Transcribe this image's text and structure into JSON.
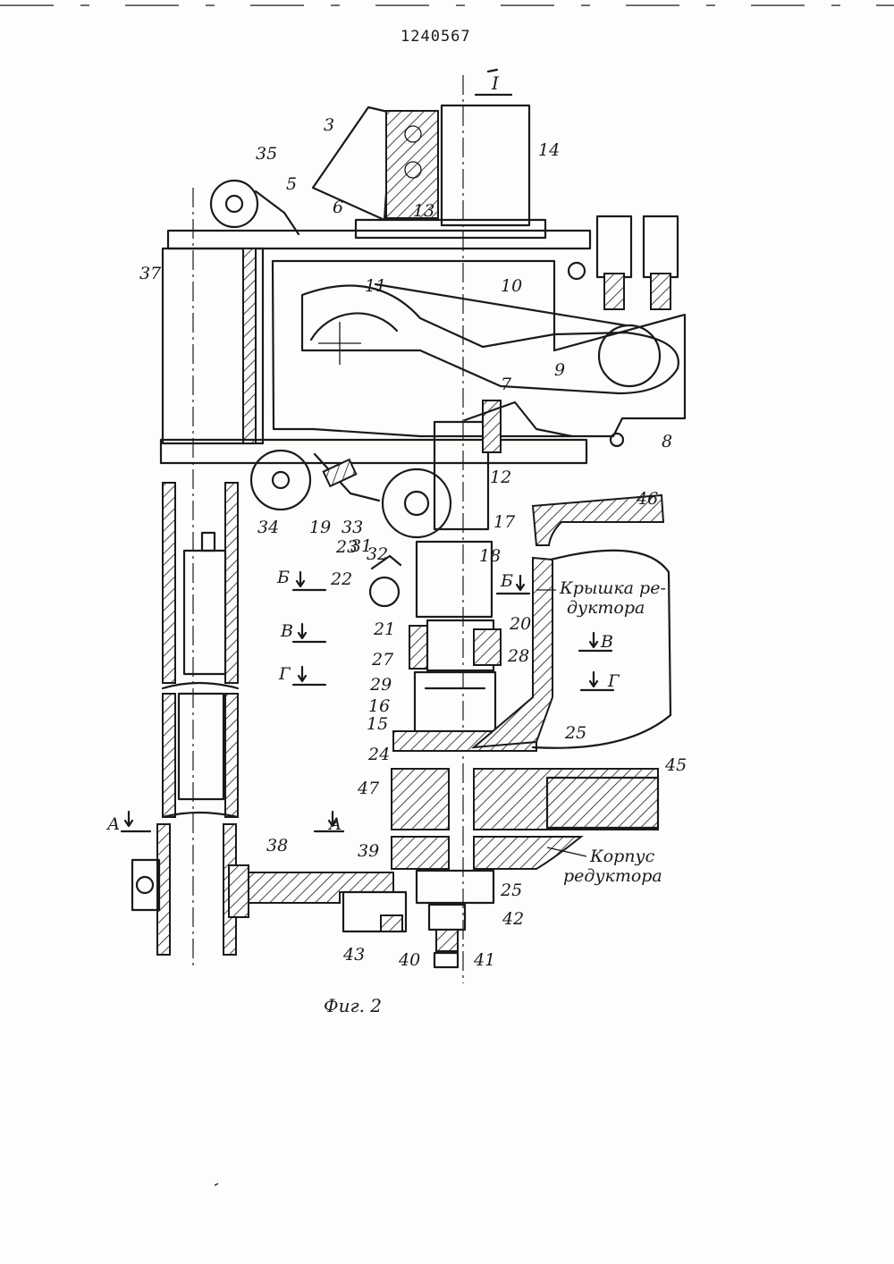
{
  "document": {
    "number": "1240567",
    "figure_caption": "Фиг. 2",
    "view_marker": "I"
  },
  "part_labels": [
    "3",
    "14",
    "35",
    "5",
    "6",
    "13",
    "37",
    "11",
    "10",
    "9",
    "7",
    "8",
    "12",
    "34",
    "19",
    "33",
    "31",
    "32",
    "17",
    "23",
    "18",
    "22",
    "20",
    "21",
    "28",
    "27",
    "29",
    "16",
    "15",
    "25",
    "24",
    "47",
    "46",
    "45",
    "38",
    "39",
    "42",
    "43",
    "40",
    "41"
  ],
  "part_25_second": "25",
  "section_markers": {
    "A_left": "А",
    "A_right": "А",
    "B_left": "Б",
    "B_right": "Б",
    "V_left": "В",
    "V_right": "В",
    "G_left": "Г",
    "G_right": "Г"
  },
  "annotations": {
    "cover_line1": "Крышка ре-",
    "cover_line2": "дуктора",
    "housing_line1": "Корпус",
    "housing_line2": "редуктора"
  }
}
